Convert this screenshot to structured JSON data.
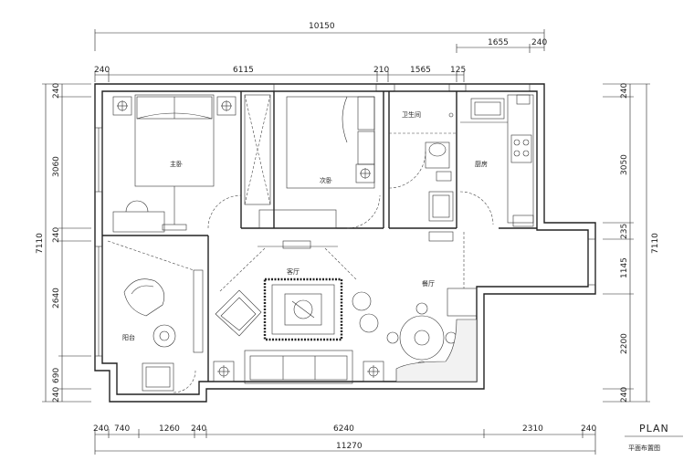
{
  "dimensions": {
    "top_total": "10150",
    "top_right_a": "1655",
    "top_right_b": "240",
    "second_row": [
      "240",
      "6115",
      "210",
      "1565",
      "125"
    ],
    "bottom_row": [
      "240",
      "740",
      "1260",
      "240",
      "6240",
      "2310",
      "240"
    ],
    "bottom_total": "11270",
    "left_col": [
      "240",
      "3060",
      "240",
      "2640",
      "690",
      "240"
    ],
    "left_total": "7110",
    "right_col": [
      "240",
      "3050",
      "235",
      "1145",
      "2200",
      "240"
    ],
    "right_total": "7110"
  },
  "rooms": {
    "master_bedroom": "主卧",
    "second_bedroom": "次卧",
    "bathroom": "卫生间",
    "kitchen": "厨房",
    "living_room": "客厅",
    "dining_room": "餐厅",
    "balcony": "阳台"
  },
  "legend": {
    "title": "PLAN",
    "subtitle": "平面布置图"
  }
}
